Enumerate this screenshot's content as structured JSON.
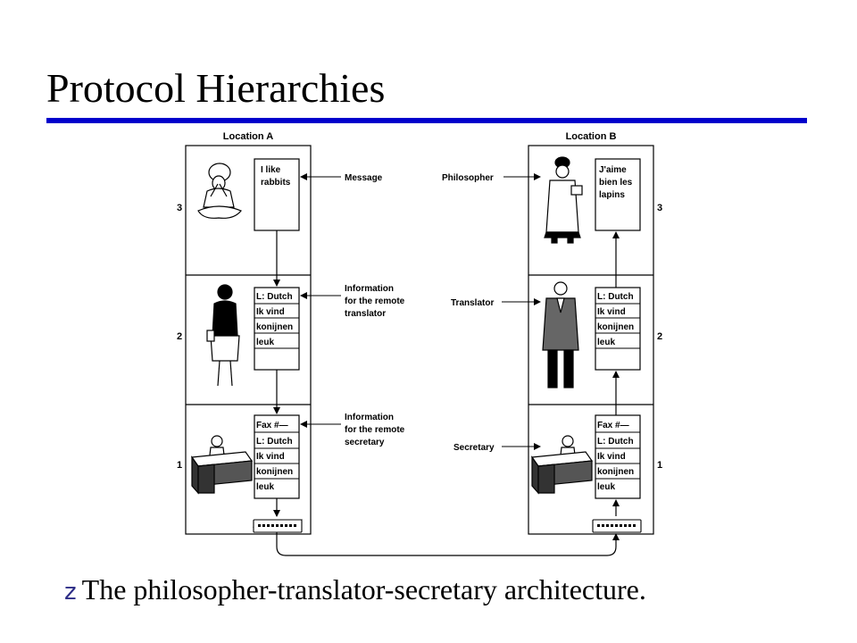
{
  "title": "Protocol Hierarchies",
  "bullet": {
    "marker": "z",
    "text": "The philosopher-translator-secretary architecture."
  },
  "diagram": {
    "location_a": "Location A",
    "location_b": "Location B",
    "layers": [
      "3",
      "2",
      "1"
    ],
    "center_labels": {
      "message": "Message",
      "info_translator": [
        "Information",
        "for the remote",
        "translator"
      ],
      "info_secretary": [
        "Information",
        "for the remote",
        "secretary"
      ]
    },
    "side_labels": {
      "philosopher": "Philosopher",
      "translator": "Translator",
      "secretary": "Secretary"
    },
    "docs_a": {
      "layer3": [
        "I like",
        "rabbits"
      ],
      "layer2": [
        "L: Dutch",
        "Ik vind",
        "konijnen",
        "leuk"
      ],
      "layer1": [
        "Fax #—",
        "L: Dutch",
        "Ik vind",
        "konijnen",
        "leuk"
      ]
    },
    "docs_b": {
      "layer3": [
        "J'aime",
        "bien les",
        "lapins"
      ],
      "layer2": [
        "L: Dutch",
        "Ik vind",
        "konijnen",
        "leuk"
      ],
      "layer1": [
        "Fax #—",
        "L: Dutch",
        "Ik vind",
        "konijnen",
        "leuk"
      ]
    }
  }
}
